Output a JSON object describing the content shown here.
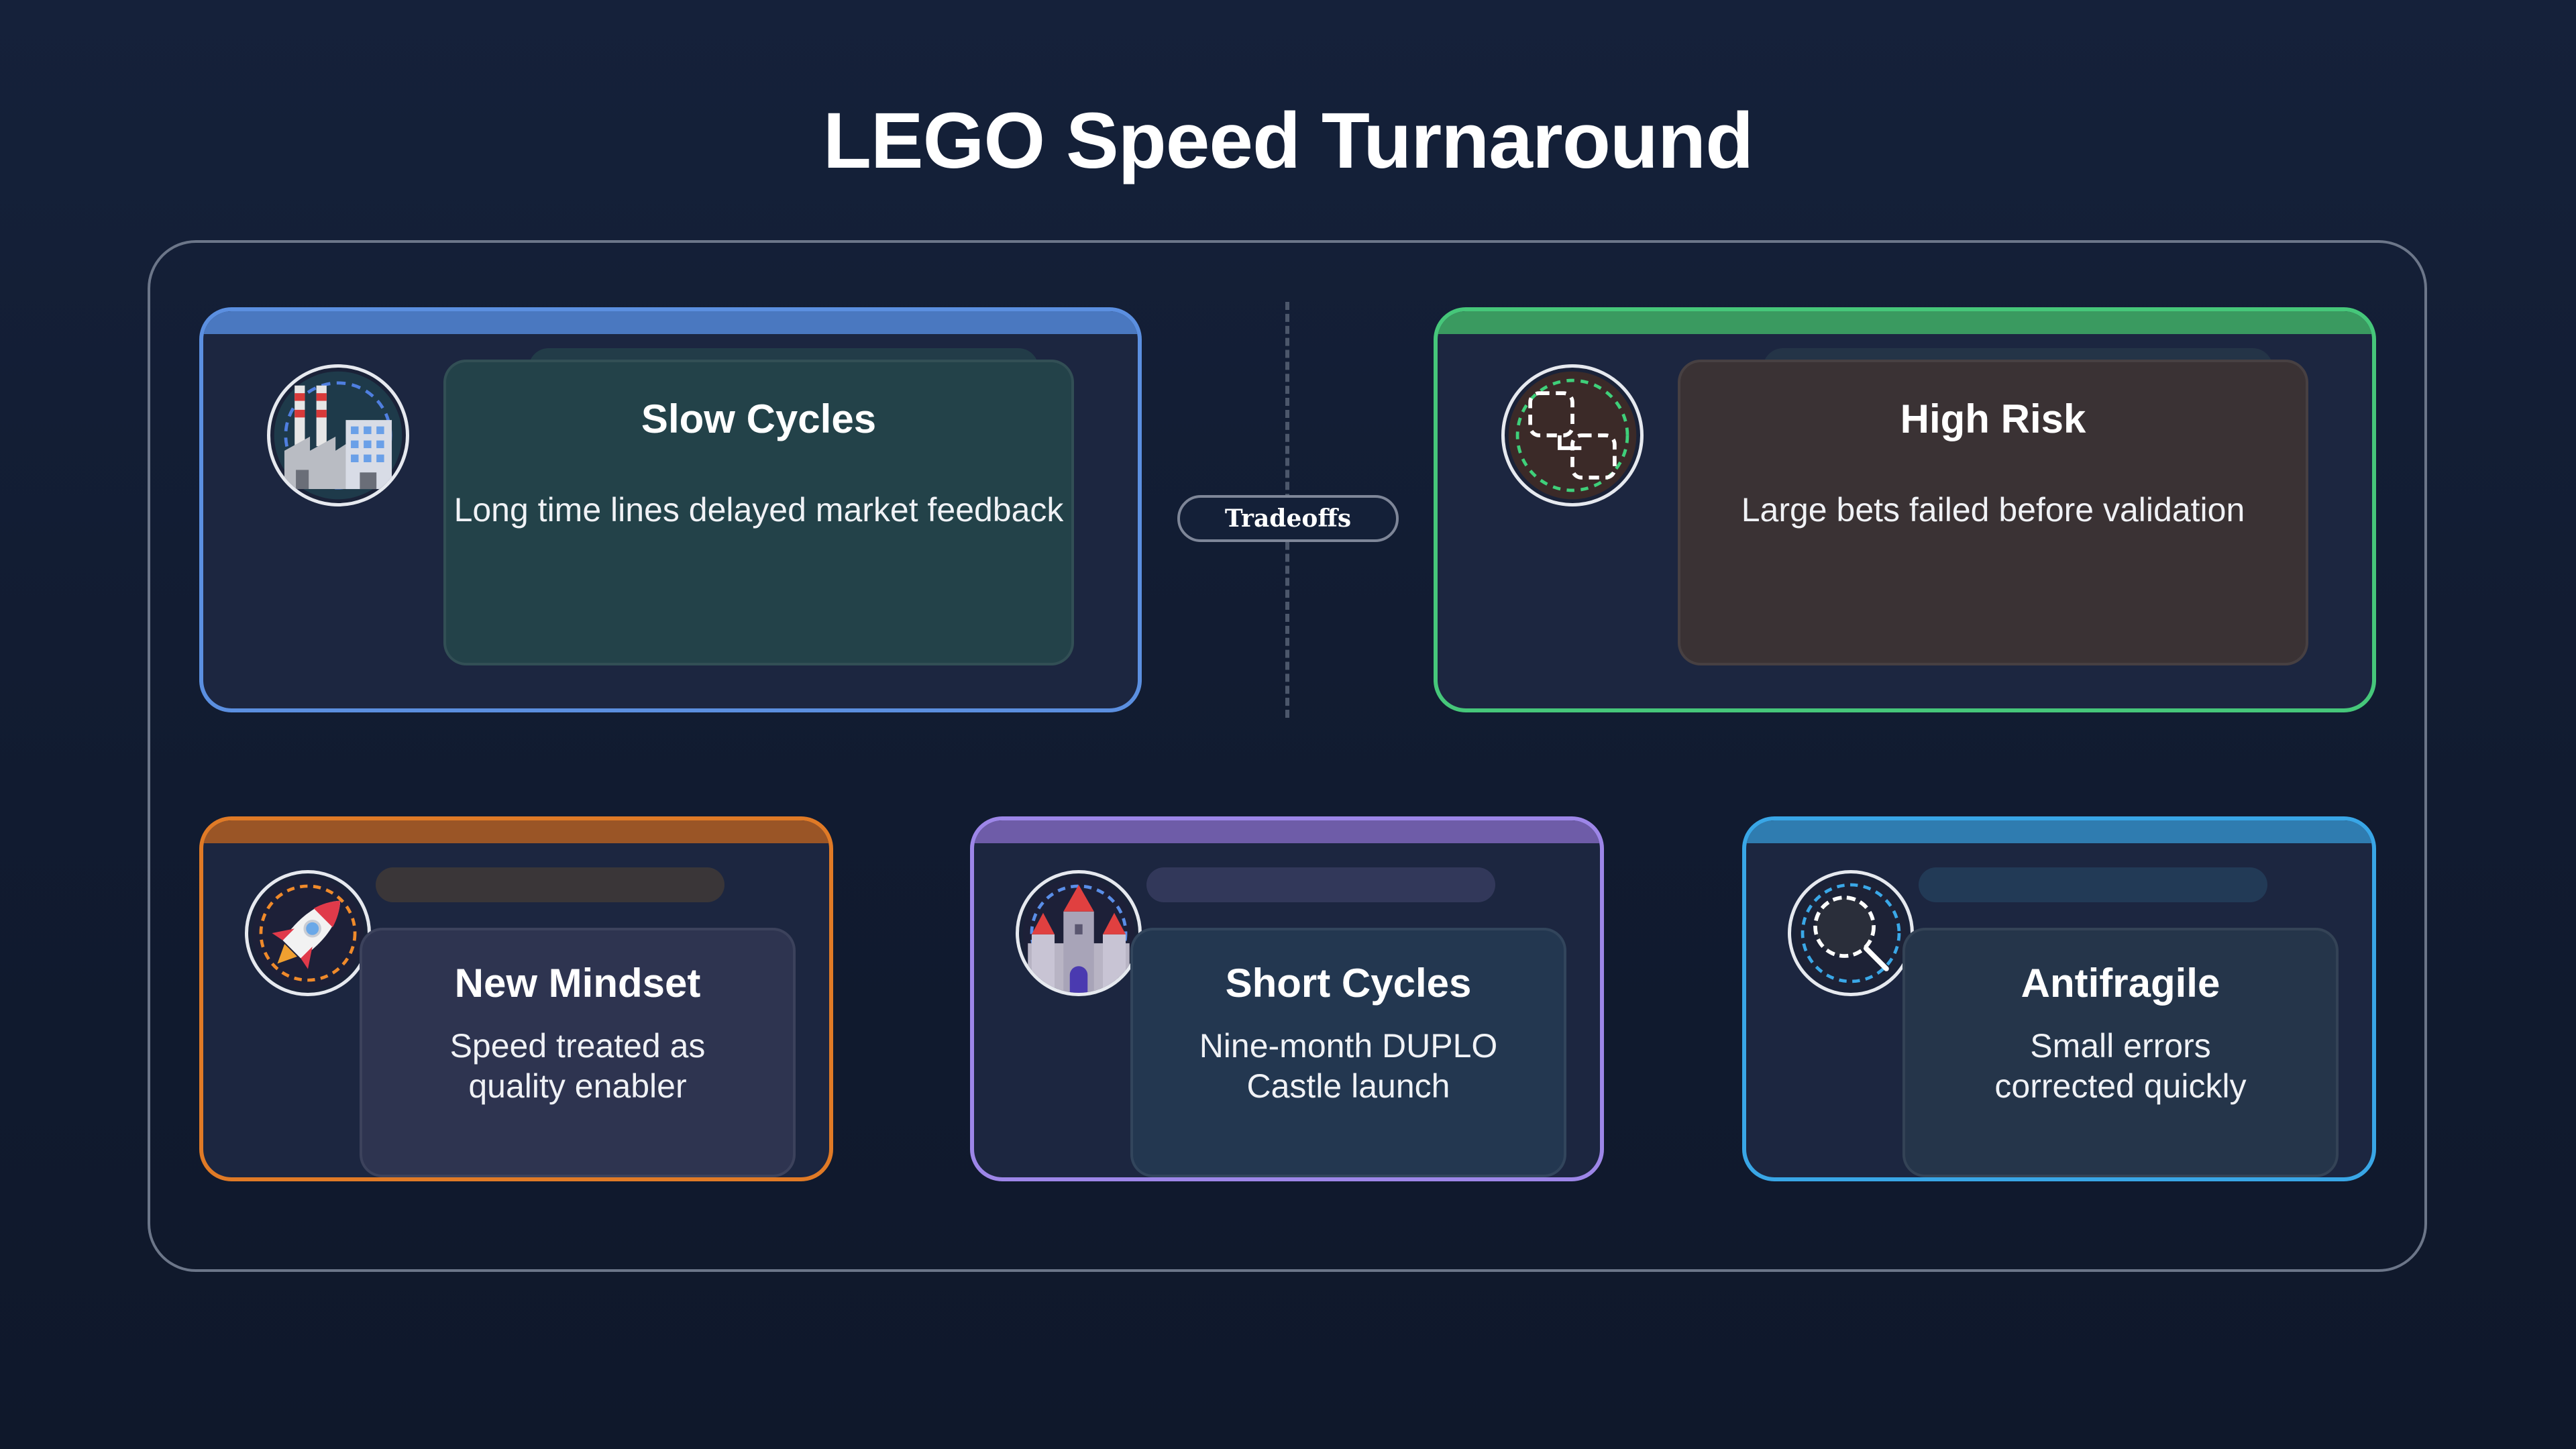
{
  "title": "LEGO Speed Turnaround",
  "divider_label": "Tradeoffs",
  "cards": {
    "slow_cycles": {
      "title": "Slow Cycles",
      "text": "Long time lines delayed market feedback",
      "accent": "#5b8fe0"
    },
    "high_risk": {
      "title": "High Risk",
      "text": "Large bets failed before validation",
      "accent": "#46c77a"
    },
    "new_mindset": {
      "title": "New Mindset",
      "line1": "Speed treated as",
      "line2": "quality enabler",
      "accent": "#e07a26"
    },
    "short_cycles": {
      "title": "Short Cycles",
      "line1": "Nine-month DUPLO",
      "line2": "Castle launch",
      "accent": "#9d86e8"
    },
    "antifragile": {
      "title": "Antifragile",
      "line1": "Small errors",
      "line2": "corrected quickly",
      "accent": "#39a6e6"
    }
  },
  "icons": {
    "slow_cycles": "factory-icon",
    "high_risk": "linked-squares-icon",
    "new_mindset": "rocket-icon",
    "short_cycles": "castle-icon",
    "antifragile": "magnifier-icon"
  }
}
